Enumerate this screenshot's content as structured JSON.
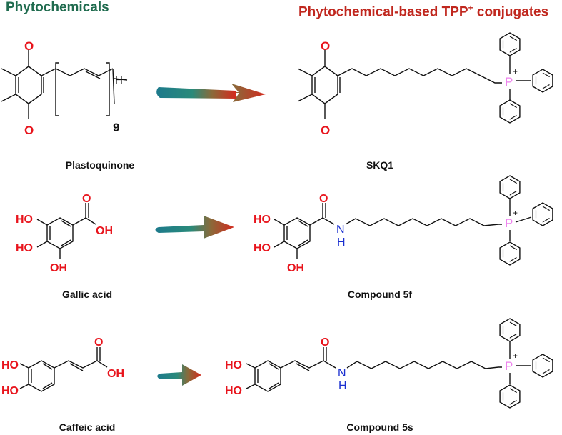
{
  "headers": {
    "left": "Phytochemicals",
    "right_main": "Phytochemical-based TPP",
    "right_sup": "+",
    "right_tail": " conjugates"
  },
  "rows": [
    {
      "source": "Plastoquinone",
      "product": "SKQ1",
      "repeat": "9"
    },
    {
      "source": "Gallic acid",
      "product": "Compound 5f"
    },
    {
      "source": "Caffeic acid",
      "product": "Compound 5s"
    }
  ],
  "atoms": {
    "oxygen": "O",
    "hydroxyl_left": "HO",
    "hydroxyl_right": "OH",
    "amide_n": "N",
    "hydrogen": "H",
    "phosphorus": "P",
    "plus": "+"
  },
  "colors": {
    "left_header": "#1f6b4e",
    "right_header": "#c0271e",
    "oxygen": "#e8141c",
    "nitrogen": "#1a2fd0",
    "phosphorus": "#ee82ee",
    "bond": "#111111",
    "arrow_start": "#1d7a8c",
    "arrow_end": "#d42a1e"
  }
}
